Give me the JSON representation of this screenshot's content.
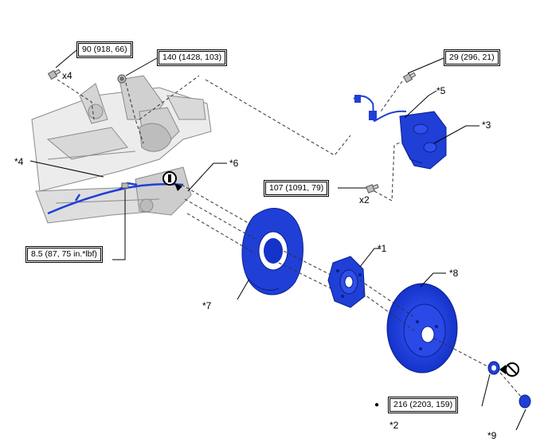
{
  "torques": {
    "t1": "90 (918, 66)",
    "t2": "140 (1428, 103)",
    "t3": "29 (296, 21)",
    "t4": "107 (1091, 79)",
    "t5": "8.5 (87, 75 in.*lbf)",
    "t6": "216 (2203, 159)"
  },
  "quantities": {
    "q1": "x4",
    "q2": "x2"
  },
  "callouts": {
    "c1": "*1",
    "c2": "*2",
    "c3": "*3",
    "c4": "*4",
    "c5": "*5",
    "c6": "*6",
    "c7": "*7",
    "c8": "*8",
    "c9": "*9"
  },
  "bullet": "●",
  "colors": {
    "part_blue": "#1f3fd6",
    "part_dark": "#0b1f8f",
    "line": "#000000",
    "suspension_grey": "#c8c8c8"
  },
  "icons": {
    "reuse": "reuse-icon",
    "no_reuse": "no-reuse-icon"
  }
}
